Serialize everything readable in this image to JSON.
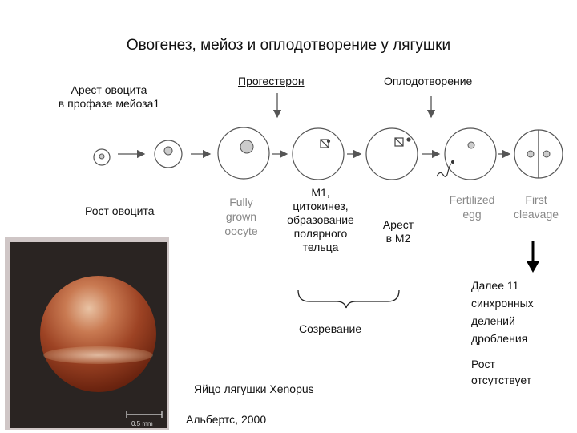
{
  "title": "Овогенез, мейоз и оплодотворение у лягушки",
  "labels": {
    "arrest_line1": "Арест овоцита",
    "arrest_line2": "в профазе мейоза1",
    "progesterone": "Прогестерон",
    "fertilization": "Оплодотворение",
    "growth": "Рост овоцита",
    "m1_line1": "М1,",
    "m1_line2": "цитокинез,",
    "m1_line3": "образование",
    "m1_line4": "полярного",
    "m1_line5": "тельца",
    "arrest_m2_line1": "Арест",
    "arrest_m2_line2": "в М2",
    "maturation": "Созревание",
    "further_line1": "Далее 11",
    "further_line2": "синхронных",
    "further_line3": "делений",
    "further_line4": "дробления",
    "no_growth_line1": "Рост",
    "no_growth_line2": "отсутствует",
    "caption": "Яйцо лягушки Xenopus",
    "source": "Альбертс, 2000"
  },
  "figure_labels": {
    "fully_line1": "Fully",
    "fully_line2": "grown",
    "fully_line3": "oocyte",
    "fertilized_line1": "Fertilized",
    "fertilized_line2": "egg",
    "first_line1": "First",
    "first_line2": "cleavage",
    "scale": "0.5 mm"
  }
}
